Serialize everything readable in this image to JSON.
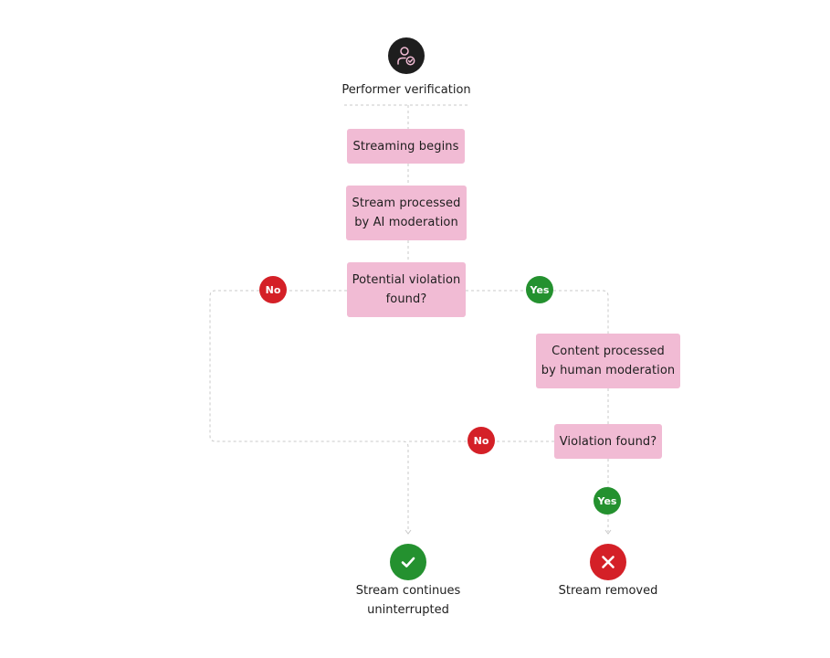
{
  "colors": {
    "node_fill": "#f1bbd4",
    "no_badge": "#d42027",
    "yes_badge": "#24912f",
    "start_icon_bg": "#1e1e1e",
    "start_icon_stroke": "#f1bbd4",
    "connector": "#c8c8c8"
  },
  "start": {
    "icon": "user-check-icon",
    "label": "Performer verification"
  },
  "nodes": {
    "streaming_begins": "Streaming begins",
    "ai_moderation": [
      "Stream processed",
      "by AI moderation"
    ],
    "potential_violation": [
      "Potential violation",
      "found?"
    ],
    "human_moderation": [
      "Content processed",
      "by human moderation"
    ],
    "violation_found": "Violation found?"
  },
  "badges": {
    "no_1": "No",
    "yes_1": "Yes",
    "no_2": "No",
    "yes_2": "Yes"
  },
  "outcomes": {
    "continues": {
      "icon": "checkmark-icon",
      "label": [
        "Stream continues",
        "uninterrupted"
      ]
    },
    "removed": {
      "icon": "cross-icon",
      "label": "Stream removed"
    }
  }
}
